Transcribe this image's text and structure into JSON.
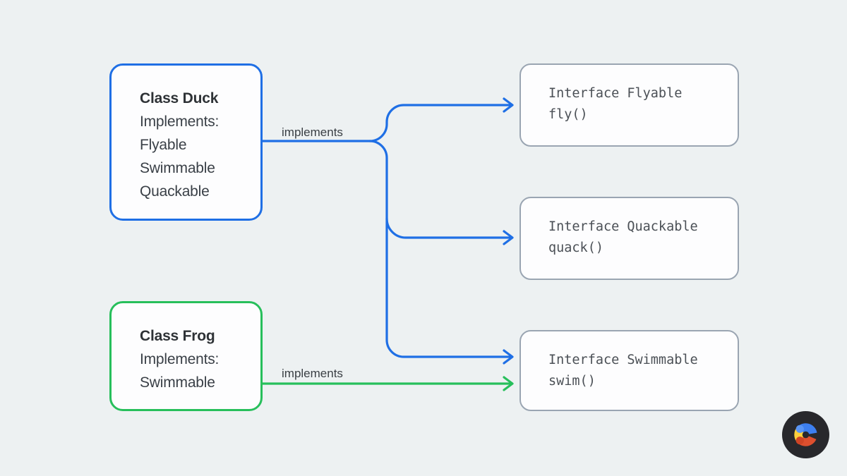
{
  "colors": {
    "blue": "#1f6fe5",
    "green": "#27bf5b",
    "interface_border": "#9aa5b2",
    "title_text": "#2e3236",
    "body_text": "#3a4047",
    "mono_text": "#4b5056",
    "label_text": "#3a3f44",
    "page_bg": "#edf1f2",
    "box_bg": "#fdfdfe",
    "logo_bg": "#28282c",
    "arc_blue": "#3d7ff0",
    "arc_yellow": "#fdd03c",
    "arc_red": "#dd4f2e",
    "dot_blue": "#5a95f5",
    "dot_red": "#cf4425"
  },
  "duck": {
    "title": "Class Duck",
    "lines": [
      "Implements:",
      "Flyable",
      "Swimmable",
      "Quackable"
    ]
  },
  "frog": {
    "title": "Class Frog",
    "lines": [
      "Implements:",
      "Swimmable"
    ]
  },
  "interfaces": [
    {
      "name": "Interface Flyable",
      "method": "fly()"
    },
    {
      "name": "Interface Quackable",
      "method": "quack()"
    },
    {
      "name": "Interface Swimmable",
      "method": "swim()"
    }
  ],
  "edge_labels": {
    "duck": "implements",
    "frog": "implements"
  },
  "logo": {
    "icon": "c-letter-logo"
  }
}
